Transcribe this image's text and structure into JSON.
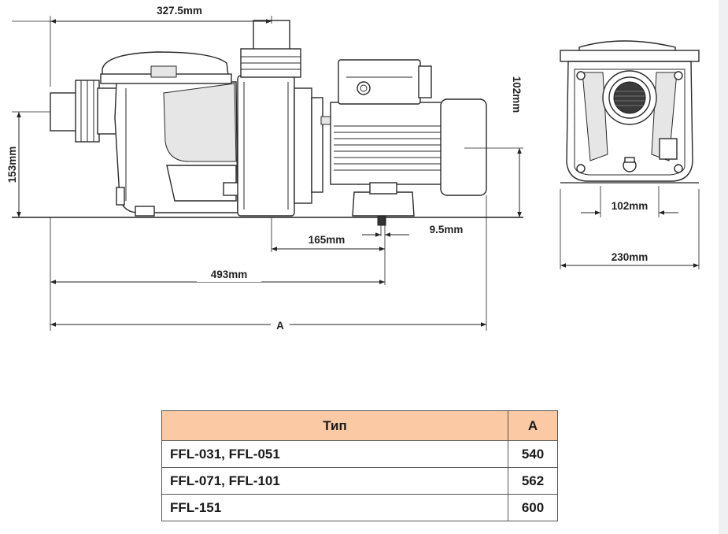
{
  "dimensions": {
    "top_length": "327.5mm",
    "left_height": "153mm",
    "right_height": "102mm",
    "foot_spacing": "165mm",
    "foot_bolt": "9.5mm",
    "base_length": "493mm",
    "overall": "A",
    "front_foot_spacing": "102mm",
    "front_width": "230mm"
  },
  "table": {
    "headers": [
      "Тип",
      "A"
    ],
    "rows": [
      {
        "type": "FFL-031, FFL-051",
        "a": "540"
      },
      {
        "type": "FFL-071, FFL-101",
        "a": "562"
      },
      {
        "type": "FFL-151",
        "a": "600"
      }
    ]
  },
  "colors": {
    "table_header_bg": "#fbc9a3",
    "line": "#222222"
  }
}
